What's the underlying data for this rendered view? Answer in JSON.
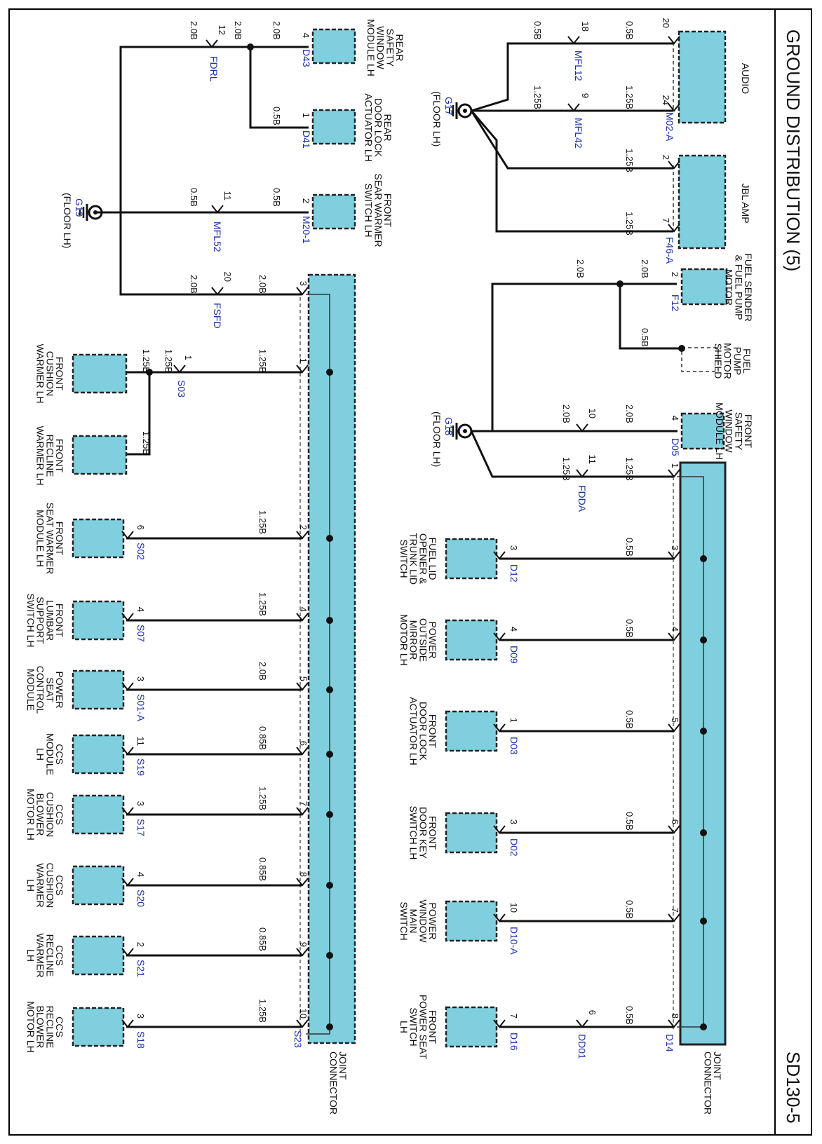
{
  "page": {
    "title": "GROUND DISTRIBUTION (5)",
    "page_code": "SD130-5"
  },
  "colors": {
    "module_fill": "#7fcfdf",
    "module_border": "#222222",
    "wire": "#111111",
    "connector_label": "#1b2fa8"
  },
  "grounds": [
    {
      "id": "G17",
      "location": "(FLOOR LH)"
    },
    {
      "id": "G18",
      "location": "(FLOOR LH)"
    },
    {
      "id": "G19",
      "location": "(FLOOR LH)"
    }
  ],
  "joint_connector_label": "JOINT\nCONNECTOR",
  "section_upper": {
    "modules": [
      {
        "name": "AUDIO",
        "connector": "M02-A",
        "pins": [
          "20",
          "24"
        ]
      },
      {
        "name": "JBL AMP",
        "connector": "F46-A",
        "pins": [
          "2",
          "7"
        ]
      },
      {
        "name": "FUEL SENDER\n& FUEL PUMP\nMOTOR",
        "connector": "F12",
        "pins": [
          "2"
        ]
      },
      {
        "name": "FUEL\nPUMP\nMOTOR\nSHIELD",
        "connector": "",
        "pins": []
      },
      {
        "name": "FRONT\nSAFETY\nWINDOW\nMODULE LH",
        "connector": "D05",
        "pins": [
          "4"
        ]
      },
      {
        "name": "FUEL LID\nOPENER &\nTRUNK LID\nSWITCH",
        "connector": "D12",
        "pins": [
          "3"
        ]
      },
      {
        "name": "POWER\nOUTSIDE\nMIRROR\nMOTOR LH",
        "connector": "D09",
        "pins": [
          "4"
        ]
      },
      {
        "name": "FRONT\nDOOR LOCK\nACTUATOR LH",
        "connector": "D03",
        "pins": [
          "1"
        ]
      },
      {
        "name": "FRONT\nDOOR KEY\nSWITCH LH",
        "connector": "D02",
        "pins": [
          "3"
        ]
      },
      {
        "name": "POWER\nWINDOW\nMAIN\nSWITCH",
        "connector": "D10-A",
        "pins": [
          "10"
        ]
      },
      {
        "name": "FRONT\nPOWER SEAT\nSWITCH\nLH",
        "connector": "D16",
        "pins": [
          "7"
        ]
      }
    ],
    "inline_connectors": [
      "MFL12",
      "MFL42",
      "FDDA",
      "DD01"
    ],
    "inline_pins": [
      "18",
      "9",
      "10",
      "11",
      "6"
    ],
    "joint_connector_id": "D14",
    "joint_pins": [
      "1",
      "3",
      "4",
      "5",
      "6",
      "7",
      "8"
    ],
    "wire_sizes": [
      "0.5B",
      "1.25B",
      "2.0B"
    ]
  },
  "section_lower": {
    "modules": [
      {
        "name": "REAR\nSAFETY\nWINDOW\nMODULE LH",
        "connector": "D43",
        "pins": [
          "4"
        ]
      },
      {
        "name": "REAR\nDOOR LOCK\nACTUATOR LH",
        "connector": "D41",
        "pins": [
          "1"
        ]
      },
      {
        "name": "FRONT\nSEAR WARMER\nSWITCH LH",
        "connector": "M20-1",
        "pins": [
          "2"
        ]
      },
      {
        "name": "FRONT\nCUSHION\nWARMER LH",
        "connector": "",
        "pins": []
      },
      {
        "name": "FRONT\nRECLINE\nWARMER LH",
        "connector": "",
        "pins": []
      },
      {
        "name": "FRONT\nSEAT WARMER\nMODULE LH",
        "connector": "S02",
        "pins": [
          "6"
        ]
      },
      {
        "name": "FRONT\nLUMBAR\nSUPPORT\nSWITCH LH",
        "connector": "S07",
        "pins": [
          "4"
        ]
      },
      {
        "name": "POWER\nSEAT\nCONTROL\nMODULE",
        "connector": "S01-A",
        "pins": [
          "3"
        ]
      },
      {
        "name": "CCS\nMODULE\nLH",
        "connector": "S19",
        "pins": [
          "11"
        ]
      },
      {
        "name": "CCS\nCUSHION\nBLOWER\nMOTOR LH",
        "connector": "S17",
        "pins": [
          "3"
        ]
      },
      {
        "name": "CCS\nCUSHION\nWARMER\nLH",
        "connector": "S20",
        "pins": [
          "4"
        ]
      },
      {
        "name": "CCS\nRECLINE\nWARMER\nLH",
        "connector": "S21",
        "pins": [
          "2"
        ]
      },
      {
        "name": "CCS\nRECLINE\nBLOWER\nMOTOR LH",
        "connector": "S18",
        "pins": [
          "3"
        ]
      }
    ],
    "inline_connectors": [
      "FDRL",
      "MFL52",
      "FSFD",
      "S03"
    ],
    "inline_pins": [
      "12",
      "11",
      "20",
      "1"
    ],
    "joint_connector_id": "S23",
    "joint_pins": [
      "3",
      "1",
      "2",
      "4",
      "5",
      "6",
      "7",
      "8",
      "9",
      "10"
    ],
    "wire_sizes": [
      "0.5B",
      "0.85B",
      "1.25B",
      "2.0B"
    ]
  }
}
